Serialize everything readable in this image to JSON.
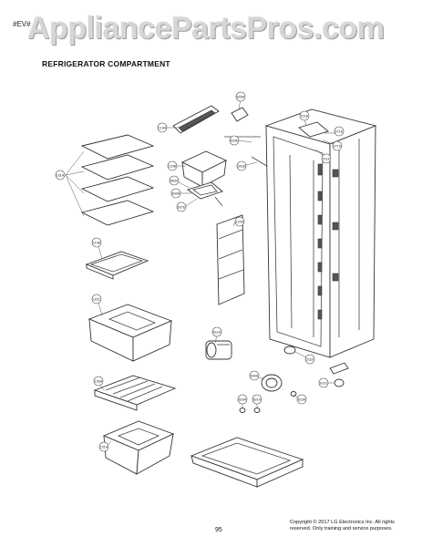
{
  "header": {
    "watermark": "AppliancePartsPros.com",
    "model_mark": "#EV#",
    "section_title": "REFRIGERATOR COMPARTMENT"
  },
  "footer": {
    "page_number": "95",
    "copyright_line1": "Copyright © 2017 LG Electronics Inc. All rights",
    "copyright_line2": "reserved. Only training and service purposes."
  },
  "callouts": [
    "625A",
    "119A",
    "211B",
    "271E",
    "271D",
    "211E",
    "630E",
    "120B",
    "303D",
    "161A",
    "6630",
    "630A",
    "637E",
    "120D",
    "113B",
    "115C",
    "611A",
    "156A",
    "151A",
    "620A",
    "621A",
    "623A",
    "211D",
    "640A",
    "6101"
  ]
}
